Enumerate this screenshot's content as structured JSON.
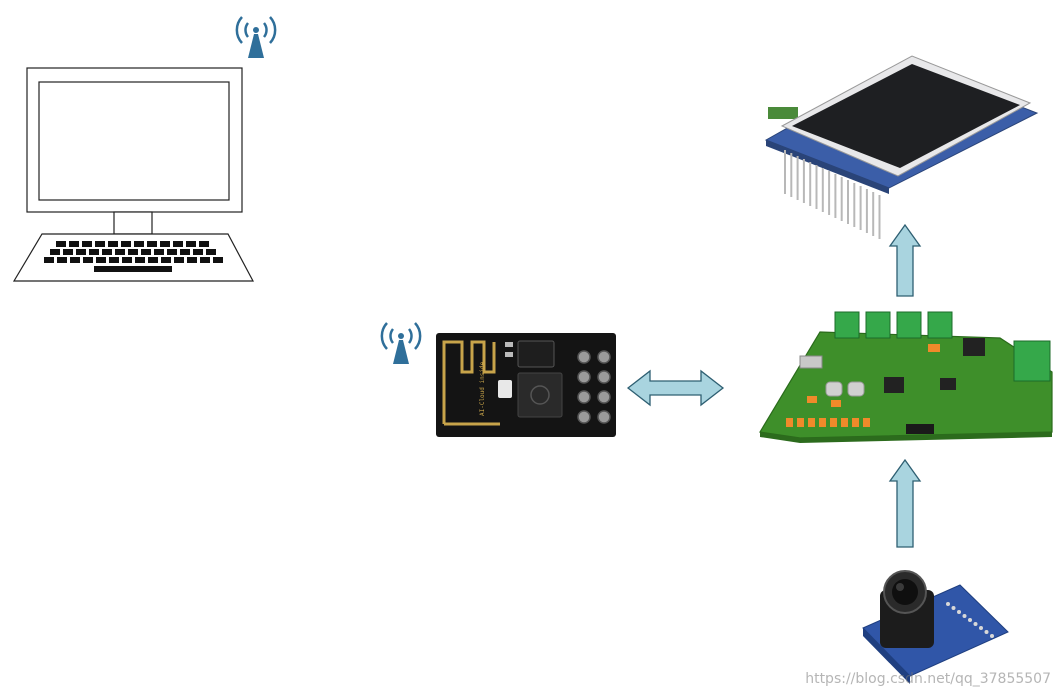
{
  "diagram": {
    "nodes": [
      {
        "id": "computer",
        "kind": "laptop"
      },
      {
        "id": "wifi-module",
        "kind": "esp8266-module",
        "label": "AI-Cloud inside"
      },
      {
        "id": "control-board",
        "kind": "pcb"
      },
      {
        "id": "lcd-display",
        "kind": "tft-screen"
      },
      {
        "id": "camera",
        "kind": "camera-module"
      }
    ],
    "edges": [
      {
        "from": "wifi-module",
        "to": "control-board",
        "style": "double-arrow"
      },
      {
        "from": "control-board",
        "to": "lcd-display",
        "style": "arrow-up"
      },
      {
        "from": "camera",
        "to": "control-board",
        "style": "arrow-up"
      }
    ],
    "icons": [
      "wifi-antenna-icon",
      "wifi-antenna-icon"
    ],
    "colors": {
      "arrow_fill": "#a9d4df",
      "arrow_stroke": "#2e5f72",
      "wifi_blue": "#2f6f9a",
      "pcb_green": "#3e8f2a",
      "lcd_blue": "#3b5ea8"
    }
  },
  "watermark": "https://blog.csdn.net/qq_37855507"
}
